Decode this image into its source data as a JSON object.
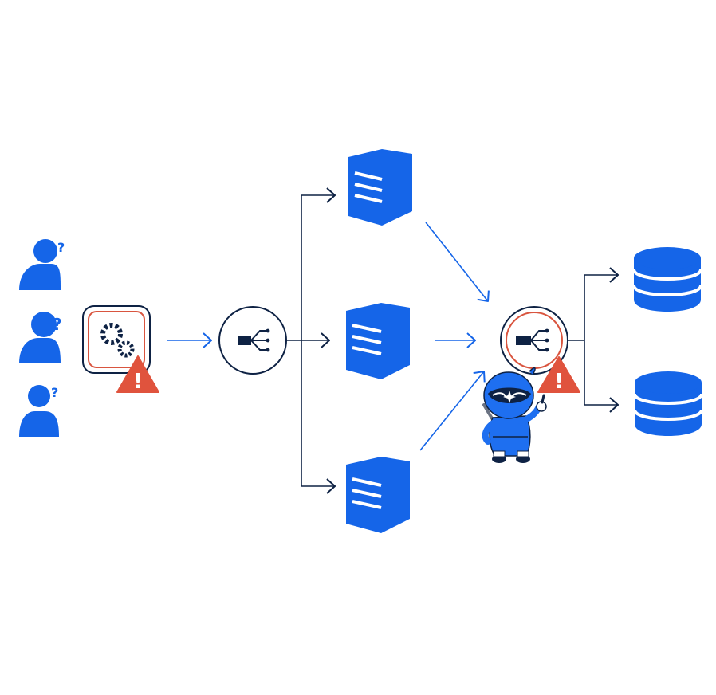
{
  "users": [
    {
      "icon": "user-question-icon"
    },
    {
      "icon": "user-question-icon"
    },
    {
      "icon": "user-question-icon"
    }
  ],
  "question_mark": "?",
  "warning_mark": "!",
  "services": [
    {
      "icon": "service-config-gears-icon",
      "status": "warning"
    },
    {
      "icon": "load-balancer-icon",
      "status": "ok"
    }
  ],
  "servers": [
    {
      "icon": "server-icon"
    },
    {
      "icon": "server-icon"
    },
    {
      "icon": "server-icon"
    }
  ],
  "database_balancer": {
    "icon": "load-balancer-icon",
    "status": "warning"
  },
  "databases": [
    {
      "icon": "database-icon"
    },
    {
      "icon": "database-icon"
    }
  ],
  "mascot": {
    "icon": "ninja-mascot-icon"
  },
  "colors": {
    "primary_blue": "#1565e8",
    "navy": "#0e2244",
    "warning_red": "#e0533d",
    "ring_red": "#d9553f"
  }
}
